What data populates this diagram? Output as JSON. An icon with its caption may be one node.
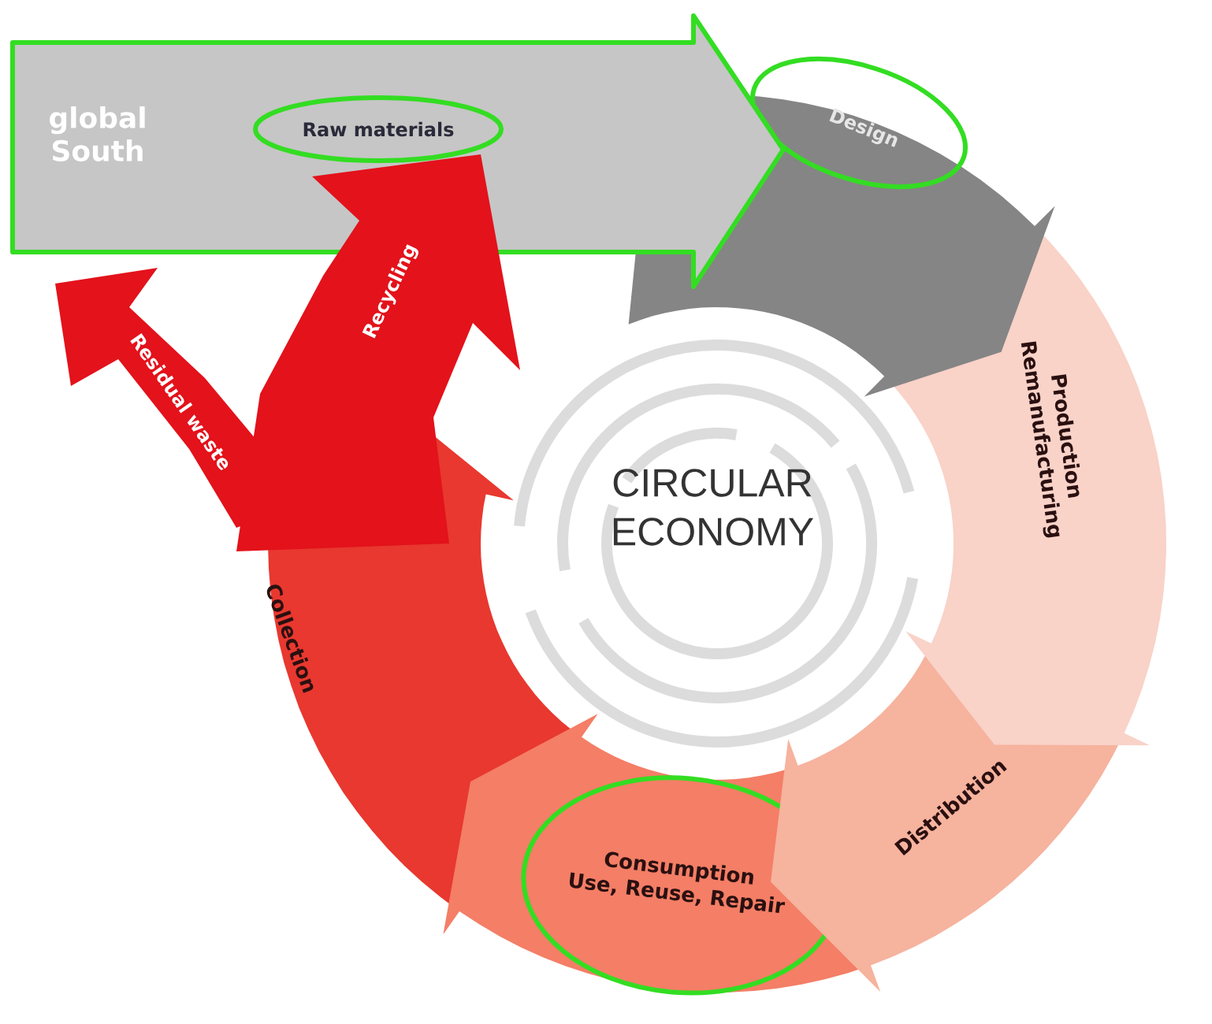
{
  "diagram": {
    "nodes": [
      {
        "text": [
          "global South"
        ]
      },
      {
        "text": [
          "Raw materials"
        ],
        "in": 0
      },
      {
        "text": [
          "Design"
        ]
      },
      {
        "text": [
          "Production",
          "Remanufacturing"
        ]
      },
      {
        "text": [
          "Distribution"
        ]
      },
      {
        "text": [
          "Consumption",
          "Use, Reuse, Repair"
        ]
      },
      {
        "text": [
          "Collection"
        ]
      },
      {
        "text": [
          "Recycling"
        ]
      },
      {
        "text": [
          "Residual waste"
        ]
      }
    ],
    "labels": [
      "CIRCULAR ECONOMY"
    ]
  }
}
